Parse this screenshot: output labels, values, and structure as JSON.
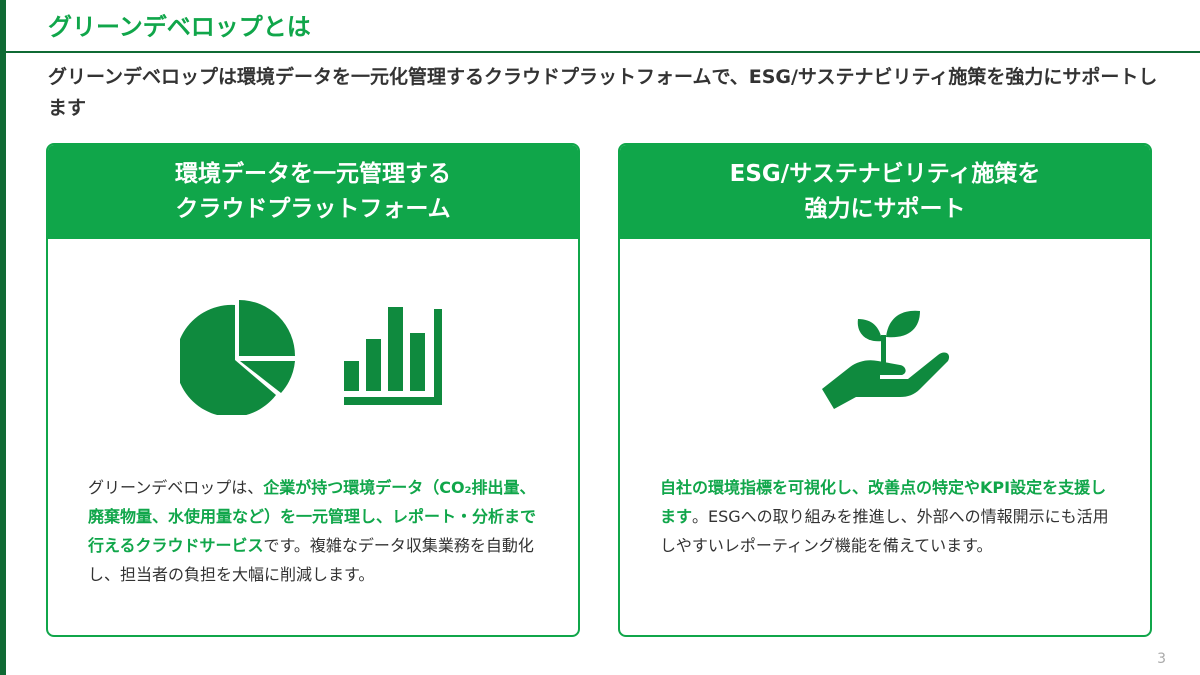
{
  "slide": {
    "title": "グリーンデベロップとは",
    "lead": "グリーンデベロップは環境データを一元化管理するクラウドプラットフォームで、ESG/サステナビリティ施策を強力にサポートします",
    "page_number": "3"
  },
  "colors": {
    "accent": "#10a64a",
    "dark_accent": "#0f6a34",
    "text": "#333333"
  },
  "cards": [
    {
      "heading": "環境データを一元管理する\nクラウドプラットフォーム",
      "icons": [
        "pie-chart-icon",
        "bar-chart-icon"
      ],
      "body": [
        {
          "text": "グリーンデベロップは、",
          "em": false
        },
        {
          "text": "企業が持つ環境データ（CO₂排出量、廃棄物量、水使用量など）を一元管理し、レポート・分析まで行えるクラウドサービス",
          "em": true
        },
        {
          "text": "です。複雑なデータ収集業務を自動化し、担当者の負担を大幅に削減します。",
          "em": false
        }
      ]
    },
    {
      "heading": "ESG/サステナビリティ施策を\n強力にサポート",
      "icons": [
        "sprout-in-hand-icon"
      ],
      "body": [
        {
          "text": "自社の環境指標を可視化し、改善点の特定やKPI設定を支援します",
          "em": true
        },
        {
          "text": "。ESGへの取り組みを推進し、外部への情報開示にも活用しやすいレポーティング機能を備えています。",
          "em": false
        }
      ]
    }
  ]
}
